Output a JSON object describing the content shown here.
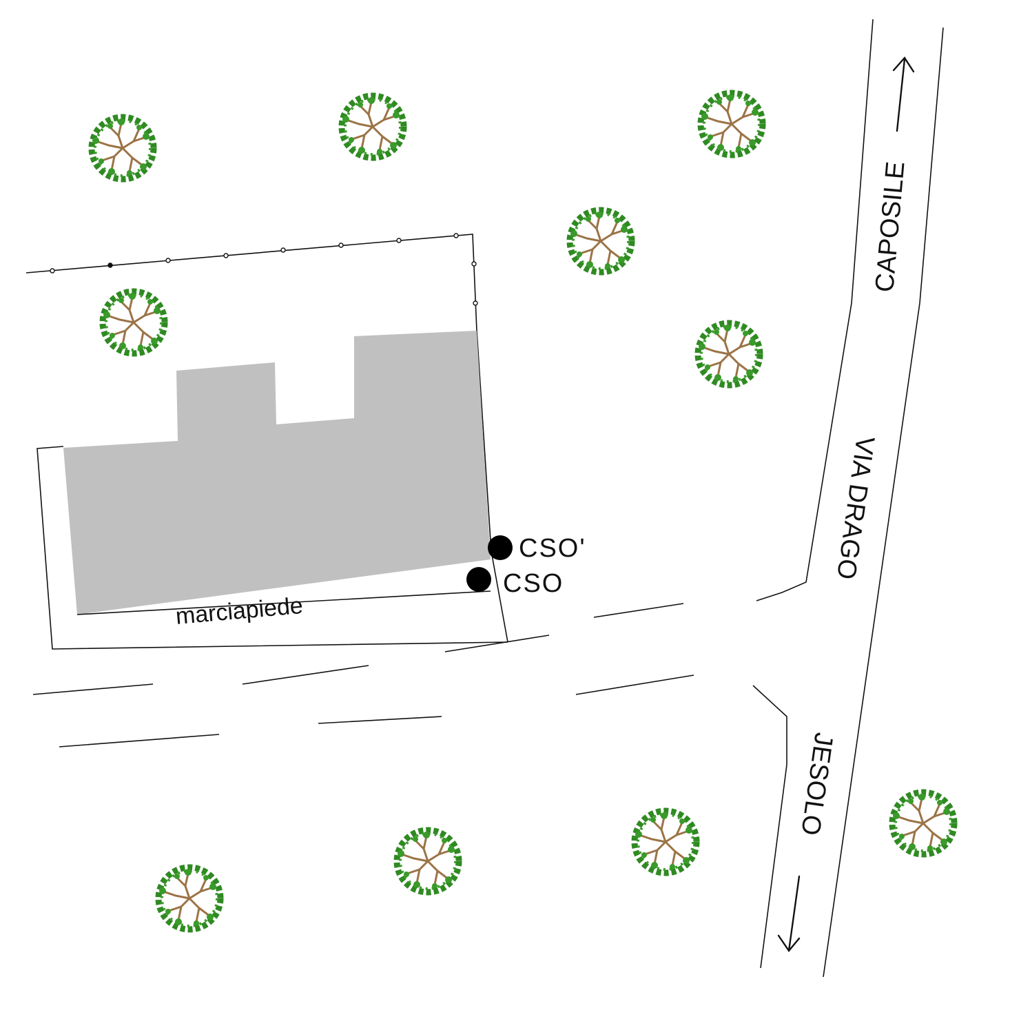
{
  "labels": {
    "sidewalk": "marciapiede",
    "cso_prime": "CSO'",
    "cso": "CSO",
    "road_north": "CAPOSILE",
    "road_center": "VIA DRAGO",
    "road_south": "JESOLO"
  },
  "colors": {
    "building": "#c0c0c0",
    "foliage": "#2f8a22",
    "trunk": "#9b7346",
    "line": "#111111",
    "marker": "#000000"
  },
  "icons": {
    "tree": "tree-icon",
    "marker": "sampling-point-marker",
    "arrow": "direction-arrow-icon"
  }
}
